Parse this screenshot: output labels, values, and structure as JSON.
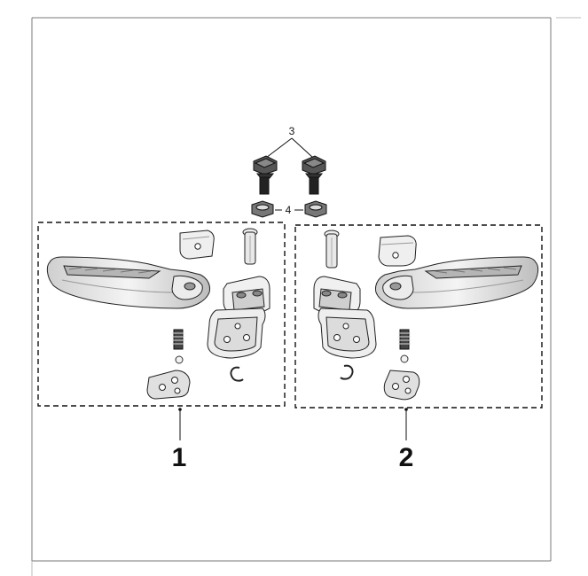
{
  "diagram": {
    "callouts": {
      "assembly_left": "1",
      "assembly_right": "2",
      "bolt": "3",
      "nut": "4"
    },
    "line_color": "#1a1a1a",
    "part_fill": "#e6e6e6",
    "part_dark": "#9a9a9a"
  }
}
